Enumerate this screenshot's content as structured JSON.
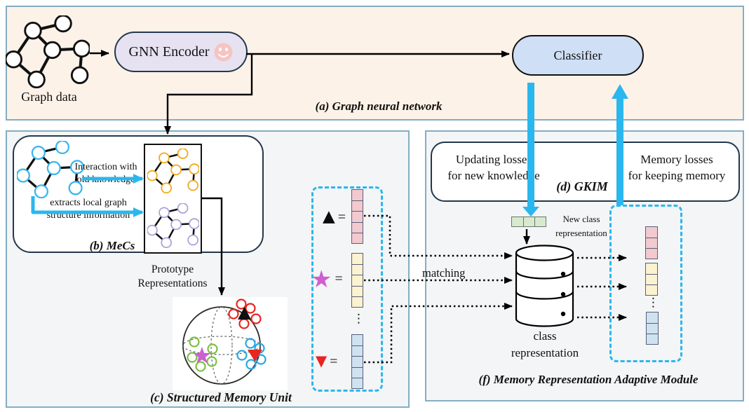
{
  "panel_a": {
    "caption": "(a) Graph neural network",
    "graph_data_label": "Graph data",
    "gnn_encoder_label": "GNN Encoder",
    "classifier_label": "Classifier"
  },
  "mecs": {
    "caption": "(b) MeCs",
    "interaction_line1": "Interaction with",
    "interaction_line2": "old knowledge",
    "extract_line1": "extracts local graph",
    "extract_line2": "structure information"
  },
  "smu": {
    "caption": "(c) Structured Memory Unit",
    "prototype_line1": "Prototype",
    "prototype_line2": "Representations"
  },
  "memory_box": {
    "equals": "=",
    "dots": "⋮",
    "rows": [
      {
        "symbol": "▲",
        "name": "black-triangle-prototype"
      },
      {
        "symbol": "★",
        "name": "magenta-star-prototype"
      },
      {
        "symbol": "▼",
        "name": "red-triangle-prototype"
      }
    ]
  },
  "gkim": {
    "caption": "(d) GKIM",
    "left_line1": "Updating losses",
    "left_line2": "for new knowledge",
    "right_line1": "Memory losses",
    "right_line2": "for keeping memory"
  },
  "mram": {
    "caption": "(f) Memory Representation Adaptive Module",
    "matching_label": "matching",
    "new_class_line1": "New class",
    "new_class_line2": "representation",
    "db_line1": "class",
    "db_line2": "representation",
    "dots": "⋮"
  },
  "colors": {
    "accent_cyan": "#2ab7ee",
    "panel_a_bg": "#fdf2e8",
    "panel_bg": "#f4f5f6",
    "gnn_pill_bg": "#e7e2f1",
    "classifier_pill_bg": "#cfdff5",
    "stack_pink": "#f2c9ce",
    "stack_yellow": "#fbf2cf",
    "stack_blue": "#cfe2f0",
    "new_class_green": "#d9e9d0",
    "star_magenta": "#cc5fd1",
    "triangle_red": "#e8251f",
    "graph_cyan": "#37b7f0",
    "graph_orange": "#f0a91c",
    "graph_purple": "#a9a3dc"
  }
}
